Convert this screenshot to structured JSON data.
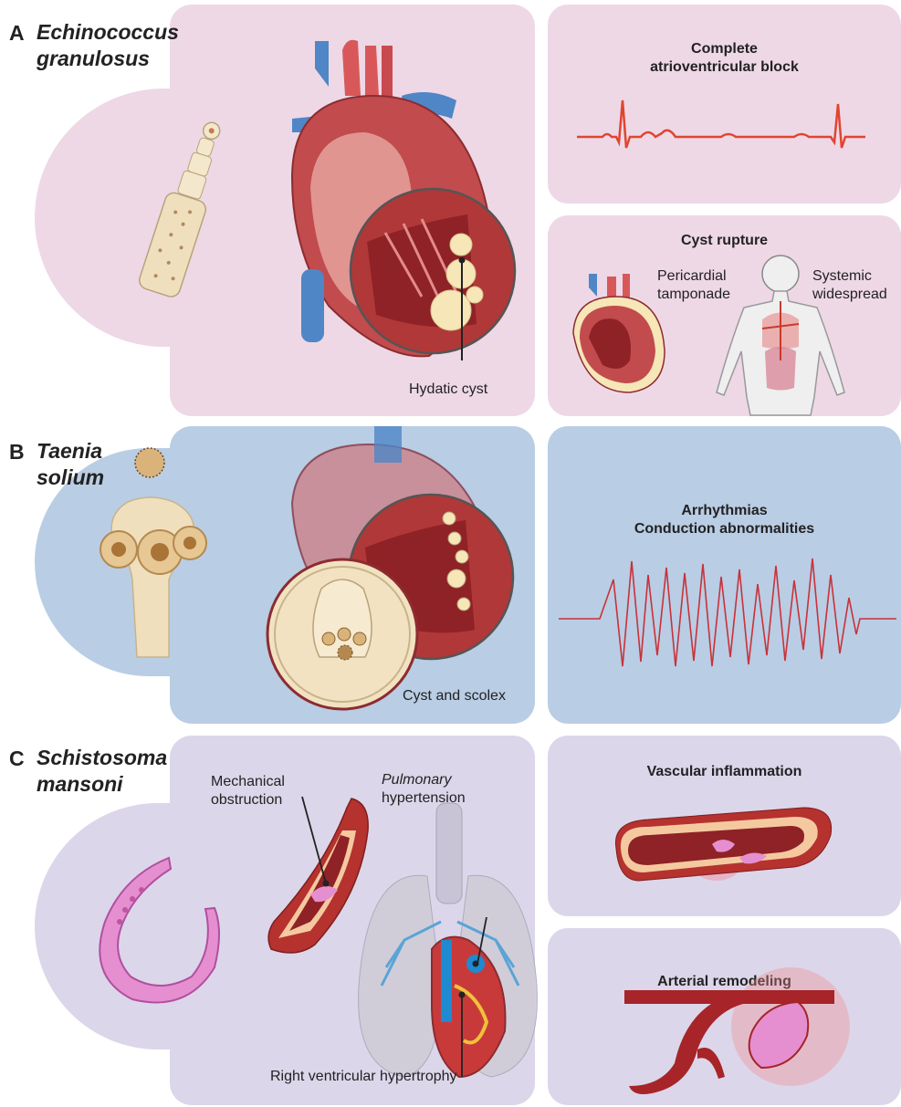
{
  "colors": {
    "panel_a": "#eed8e6",
    "panel_b": "#b9cde4",
    "panel_c": "#dcd6ea",
    "ecg": "#e0452f",
    "heart": "#c24b4d",
    "vessel_blue": "#4f86c6",
    "cyst": "#f6e6b8",
    "worm_pink": "#e58fd0"
  },
  "section_a": {
    "letter": "A",
    "species_line1": "Echinococcus",
    "species_line2": "granulosus",
    "heart_callout": "Hydatic cyst",
    "block_title_line1": "Complete",
    "block_title_line2": "atrioventricular block",
    "rupture_title": "Cyst rupture",
    "pericardial_line1": "Pericardial",
    "pericardial_line2": "tamponade",
    "systemic_line1": "Systemic",
    "systemic_line2": "widespread",
    "icons": [
      "tapeworm-icon",
      "heart-icon",
      "ecg-trace-icon",
      "human-body-icon"
    ]
  },
  "section_b": {
    "letter": "B",
    "species_line1": "Taenia",
    "species_line2": "solium",
    "heart_callout": "Cyst and scolex",
    "arrhythmia_line1": "Arrhythmias",
    "arrhythmia_line2": "Conduction abnormalities",
    "icons": [
      "scolex-icon",
      "heart-icon",
      "cyst-zoom-icon",
      "ecg-trace-icon"
    ]
  },
  "section_c": {
    "letter": "C",
    "species_line1": "Schistosoma",
    "species_line2": "mansoni",
    "mechanical_line1": "Mechanical",
    "mechanical_line2": "obstruction",
    "pulmonary_line1": "Pulmonary",
    "pulmonary_line2": "hypertension",
    "rvh_label": "Right ventricular hypertrophy",
    "vascular_title": "Vascular inflammation",
    "arterial_title": "Arterial remodeling",
    "icons": [
      "worm-icon",
      "vessel-icon",
      "lungs-icon",
      "artery-icon"
    ]
  }
}
